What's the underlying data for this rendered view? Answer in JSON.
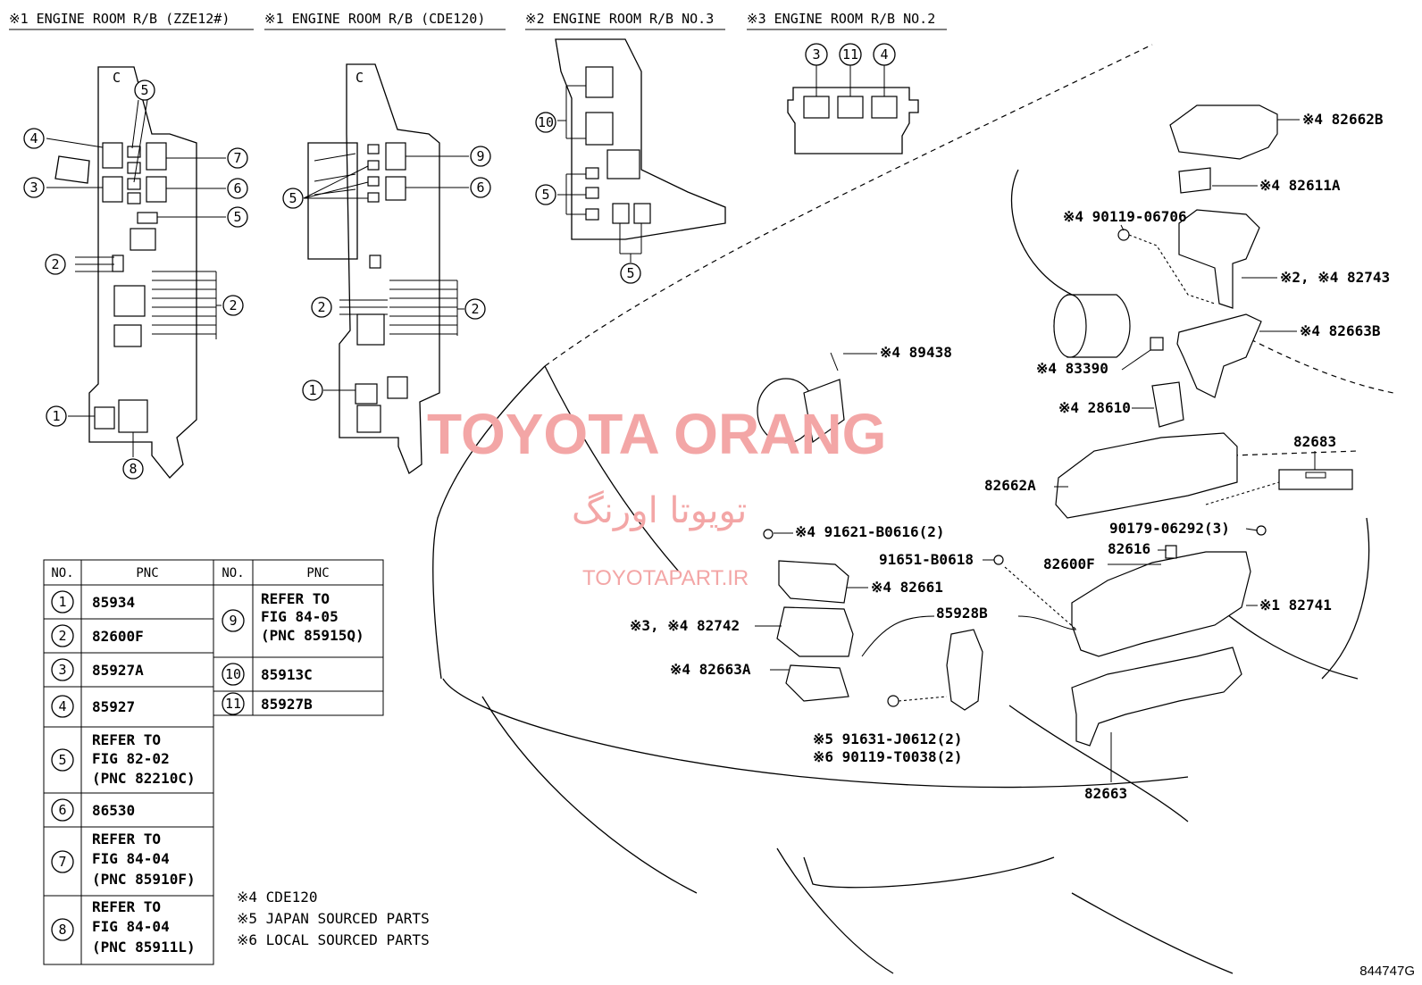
{
  "headers": [
    "※1 ENGINE ROOM R/B (ZZE12#)",
    "※1 ENGINE ROOM R/B (CDE120)",
    "※2 ENGINE ROOM R/B NO.3",
    "※3 ENGINE ROOM R/B NO.2"
  ],
  "callouts": {
    "b1": [
      "5",
      "4",
      "7",
      "3",
      "6",
      "5",
      "2",
      "2",
      "1",
      "8"
    ],
    "b2": [
      "9",
      "6",
      "5",
      "2",
      "2",
      "1"
    ],
    "b3": [
      "10",
      "5",
      "5"
    ],
    "b4": [
      "3",
      "11",
      "4"
    ]
  },
  "relay_c": "C",
  "part_labels": [
    "※4 82662B",
    "※4 82611A",
    "※4 90119-06706",
    "※2, ※4 82743",
    "※4 82663B",
    "※4 89438",
    "※4 83390",
    "※4 28610",
    "82683",
    "82662A",
    "90179-06292(3)",
    "82616",
    "※4 91621-B0616(2)",
    "91651-B0618",
    "82600F",
    "※4 82661",
    "※1 82741",
    "85928B",
    "※3, ※4 82742",
    "※4 82663A",
    "※5 91631-J0612(2)",
    "※6 90119-T0038(2)",
    "82663"
  ],
  "table": {
    "col_no": "NO.",
    "col_pnc": "PNC",
    "left": [
      {
        "no": "1",
        "pnc": [
          "85934"
        ]
      },
      {
        "no": "2",
        "pnc": [
          "82600F"
        ]
      },
      {
        "no": "3",
        "pnc": [
          "85927A"
        ]
      },
      {
        "no": "4",
        "pnc": [
          "85927"
        ]
      },
      {
        "no": "5",
        "pnc": [
          "REFER TO",
          "FIG 82-02",
          "(PNC 82210C)"
        ]
      },
      {
        "no": "6",
        "pnc": [
          "86530"
        ]
      },
      {
        "no": "7",
        "pnc": [
          "REFER TO",
          "FIG 84-04",
          "(PNC 85910F)"
        ]
      },
      {
        "no": "8",
        "pnc": [
          "REFER TO",
          "FIG 84-04",
          "(PNC 85911L)"
        ]
      }
    ],
    "right": [
      {
        "no": "9",
        "pnc": [
          "REFER TO",
          "FIG 84-05",
          "(PNC 85915Q)"
        ]
      },
      {
        "no": "10",
        "pnc": [
          "85913C"
        ]
      },
      {
        "no": "11",
        "pnc": [
          "85927B"
        ]
      }
    ]
  },
  "notes": [
    "※4 CDE120",
    "※5 JAPAN SOURCED PARTS",
    "※6 LOCAL SOURCED PARTS"
  ],
  "watermark": {
    "line1": "TOYOTA ORANG",
    "line2": "تویوتا اورنگ",
    "line3": "TOYOTAPART.IR"
  },
  "figure_id": "844747G"
}
